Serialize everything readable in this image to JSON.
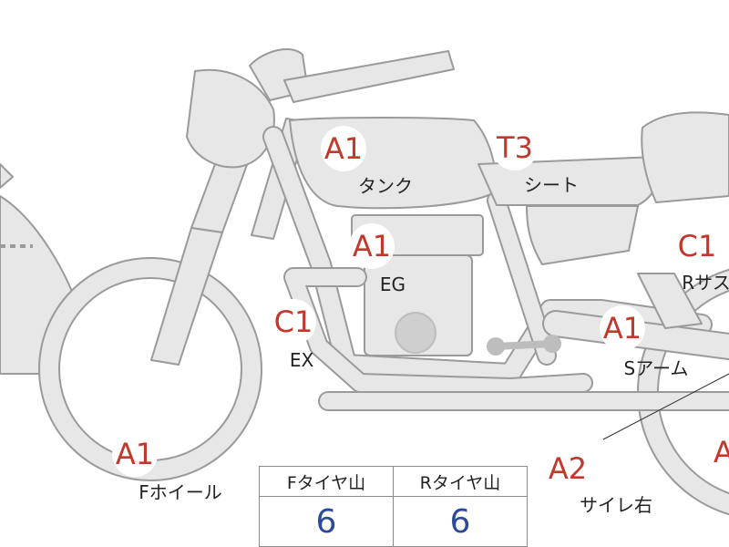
{
  "diagram": {
    "parts": [
      {
        "id": "tank",
        "code": "A1",
        "label": "タンク"
      },
      {
        "id": "seat",
        "code": "T3",
        "label": "シート"
      },
      {
        "id": "engine",
        "code": "A1",
        "label": "EG"
      },
      {
        "id": "rsus",
        "code": "C1",
        "label": "Rサス"
      },
      {
        "id": "exhaust",
        "code": "C1",
        "label": "EX"
      },
      {
        "id": "swingarm",
        "code": "A1",
        "label": "Sアーム"
      },
      {
        "id": "fwheel",
        "code": "A1",
        "label": "Fホイール"
      },
      {
        "id": "muffler",
        "code": "A2",
        "label": "サイレ右"
      },
      {
        "id": "rwheel",
        "code": "A",
        "label": ""
      }
    ]
  },
  "tread_table": {
    "headers": [
      "Fタイヤ山",
      "Rタイヤ山"
    ],
    "values": [
      "6",
      "6"
    ]
  },
  "colors": {
    "code": "#c0392b",
    "value": "#2c4a9a",
    "bike_fill": "#e7e7e7",
    "bike_stroke": "#9a9a9a"
  }
}
